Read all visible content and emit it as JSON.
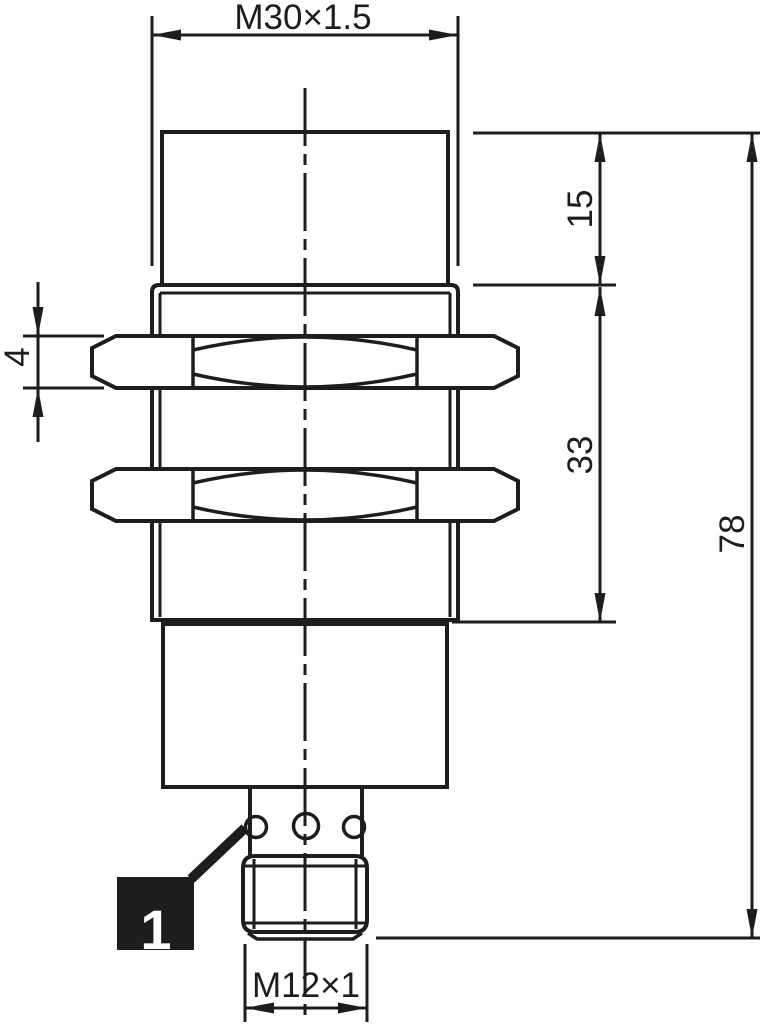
{
  "drawing": {
    "dimensions": {
      "housing_thread": "M30×1.5",
      "head_height": "15",
      "thread_length": "33",
      "overall_length": "78",
      "nut_thickness": "4",
      "connector_thread": "M12×1"
    },
    "callout": {
      "number": "1"
    },
    "colors": {
      "line": "#1d1d1b",
      "background": "#ffffff",
      "callout_bg": "#1d1d1b",
      "callout_fg": "#ffffff"
    }
  }
}
